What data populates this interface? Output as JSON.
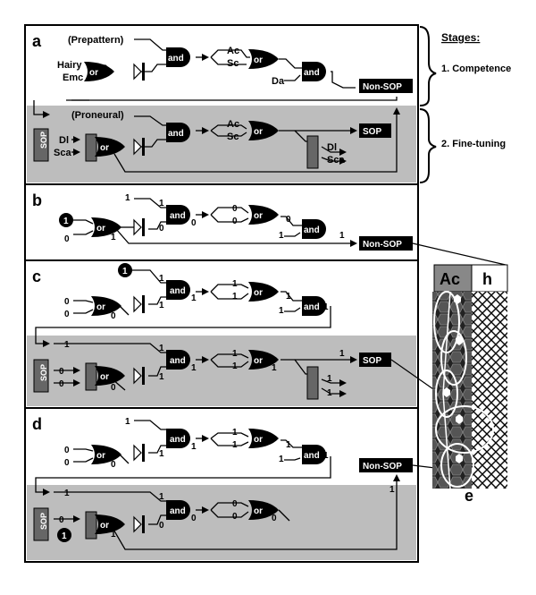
{
  "stages": {
    "title": "Stages:",
    "competence": "1. Competence",
    "fine_tuning": "2. Fine-tuning"
  },
  "panel_letters": {
    "a": "a",
    "b": "b",
    "c": "c",
    "d": "d",
    "e": "e"
  },
  "gates": {
    "and": "and",
    "or": "or"
  },
  "outputs": {
    "sop": "SOP",
    "non_sop": "Non-SOP"
  },
  "panel_a": {
    "prepattern": "(Prepattern)",
    "hairy": "Hairy",
    "emc": "Emc",
    "ac": "Ac",
    "sc": "Sc",
    "da": "Da",
    "proneural": "(Proneural)",
    "dl": "Dl",
    "sca": "Sca",
    "sop_box": "SOP"
  },
  "panel_b": {
    "in_circle": "1",
    "or_in2": "0",
    "or_out": "1",
    "and_in1": "1",
    "and_in2": "0",
    "and_out": "0",
    "ac_val": "0",
    "sc_val": "0",
    "or2_out": "0",
    "da_val": "1",
    "and2_out": "0",
    "nonsop_val": "1"
  },
  "panel_c": {
    "circle": "1",
    "or_in1": "0",
    "or_in2": "0",
    "or_out": "0",
    "and_in2": "1",
    "ac_val": "1",
    "sc_val": "1",
    "or2_out": "1",
    "da_val": "1",
    "and2_out": "1",
    "feedback": "1",
    "and3_in2": "1",
    "ac2_val": "1",
    "sc2_val": "1",
    "or3_out": "1",
    "sop_val": "1",
    "dl_in": "0",
    "sca_in": "0",
    "or4_out": "0",
    "dl_out": "1",
    "sca_out": "1",
    "sop_box": "SOP"
  },
  "panel_d": {
    "and_in1": "1",
    "or_in1": "0",
    "or_in2": "0",
    "or_out": "0",
    "and_in2": "1",
    "ac_val": "1",
    "sc_val": "1",
    "or2_out": "1",
    "da_val": "1",
    "and2_out": "1",
    "feedback": "1",
    "nonsop_val": "1",
    "and3_in1": "1",
    "and3_in2": "0",
    "ac2_val": "0",
    "sc2_val": "0",
    "or3_out": "0",
    "sca_in": "0",
    "circle": "1",
    "or4_out": "1",
    "sop_box": "SOP"
  },
  "panel_e": {
    "ac": "Ac",
    "h": "h"
  }
}
